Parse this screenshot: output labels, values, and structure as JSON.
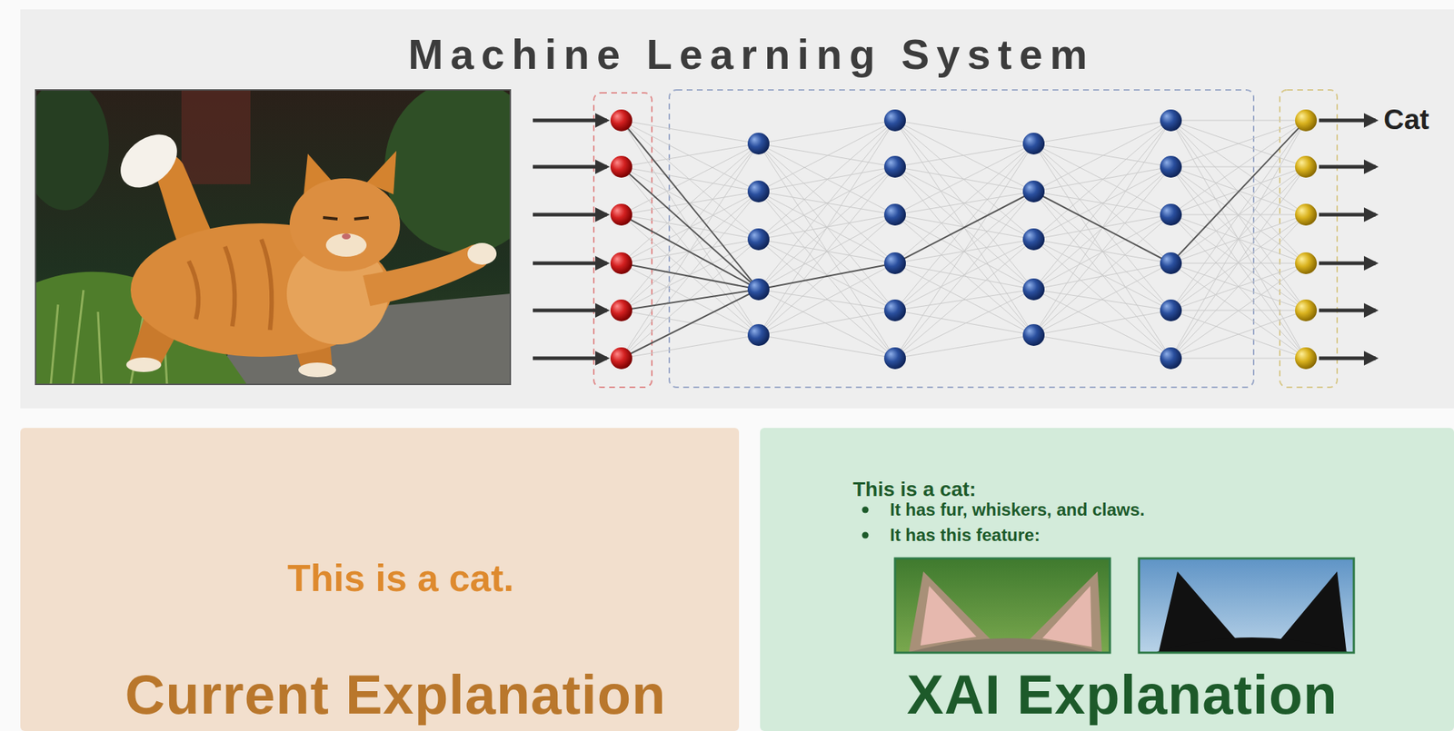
{
  "diagram": {
    "title": "Machine Learning System",
    "nodes": [
      {
        "text": [
          "This is a cat.",
          "Current Explanation"
        ]
      },
      {
        "text": [
          "This is a cat:",
          "It has fur, whiskers, and claws.",
          "It has this feature:",
          "XAI Explanation"
        ]
      }
    ],
    "labels": [
      "Cat"
    ]
  }
}
